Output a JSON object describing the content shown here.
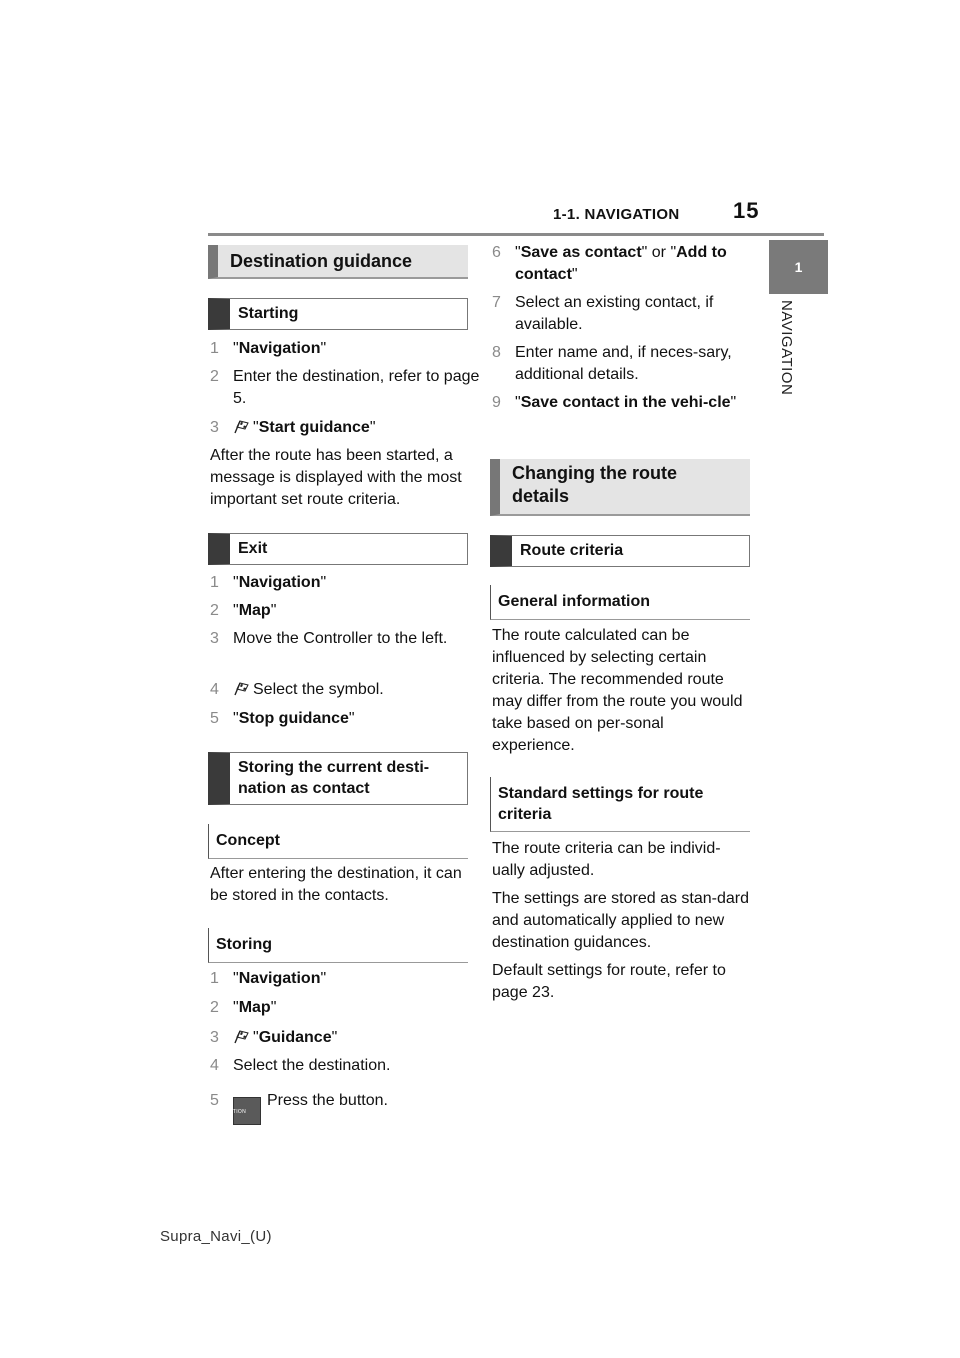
{
  "header": {
    "section": "1-1. NAVIGATION",
    "page_number": "15",
    "chapter_tab": "1",
    "chapter_label": "NAVIGATION"
  },
  "left": {
    "h_dest": "Destination guidance",
    "h_starting": "Starting",
    "start_steps": [
      {
        "n": "1",
        "text": "\"Navigation\""
      },
      {
        "n": "2",
        "text": "Enter the destination, refer to page 5."
      },
      {
        "n": "3",
        "text": "\"Start guidance\""
      }
    ],
    "start_note": "After the route has been started, a message is displayed with the most important set route criteria.",
    "h_exit": "Exit",
    "exit_steps": [
      {
        "n": "1",
        "text": "\"Navigation\""
      },
      {
        "n": "2",
        "text": "\"Map\""
      },
      {
        "n": "3",
        "text": "Move the Controller to the left."
      },
      {
        "n": "4",
        "text": "Select the symbol."
      },
      {
        "n": "5",
        "text": "\"Stop guidance\""
      }
    ],
    "h_storing_contact": "Storing the current desti-nation as contact",
    "h_concept": "Concept",
    "concept_text": "After entering the destination, it can be stored in the contacts.",
    "h_storing": "Storing",
    "storing_steps": [
      {
        "n": "1",
        "text": "\"Navigation\""
      },
      {
        "n": "2",
        "text": "\"Map\""
      },
      {
        "n": "3",
        "text": "\"Guidance\""
      },
      {
        "n": "4",
        "text": "Select the destination."
      },
      {
        "n": "5",
        "text": "Press the button."
      }
    ],
    "option_icon_label": "OPTION"
  },
  "right": {
    "steps": [
      {
        "n": "6",
        "pre": "\"",
        "b1": "Save as contact",
        "mid": "\" or \"",
        "b2": "Add to contact",
        "post": "\""
      },
      {
        "n": "7",
        "text": "Select an existing contact, if available."
      },
      {
        "n": "8",
        "text": "Enter name and, if neces-sary, additional details."
      },
      {
        "n": "9",
        "pre": "\"",
        "b1": "Save contact in the vehi-cle",
        "post": "\""
      }
    ],
    "h_changing": "Changing the route details",
    "h_criteria": "Route criteria",
    "h_general": "General information",
    "general_text": "The route calculated can be influenced by selecting certain criteria. The recommended route may differ from the route you would take based on per-sonal experience.",
    "h_standard": "Standard settings for route criteria",
    "standard_p1": "The route criteria can be individ-ually adjusted.",
    "standard_p2": "The settings are stored as stan-dard and automatically applied to new destination guidances.",
    "standard_p3": "Default settings for route, refer to page 23."
  },
  "footer": "Supra_Navi_(U)"
}
